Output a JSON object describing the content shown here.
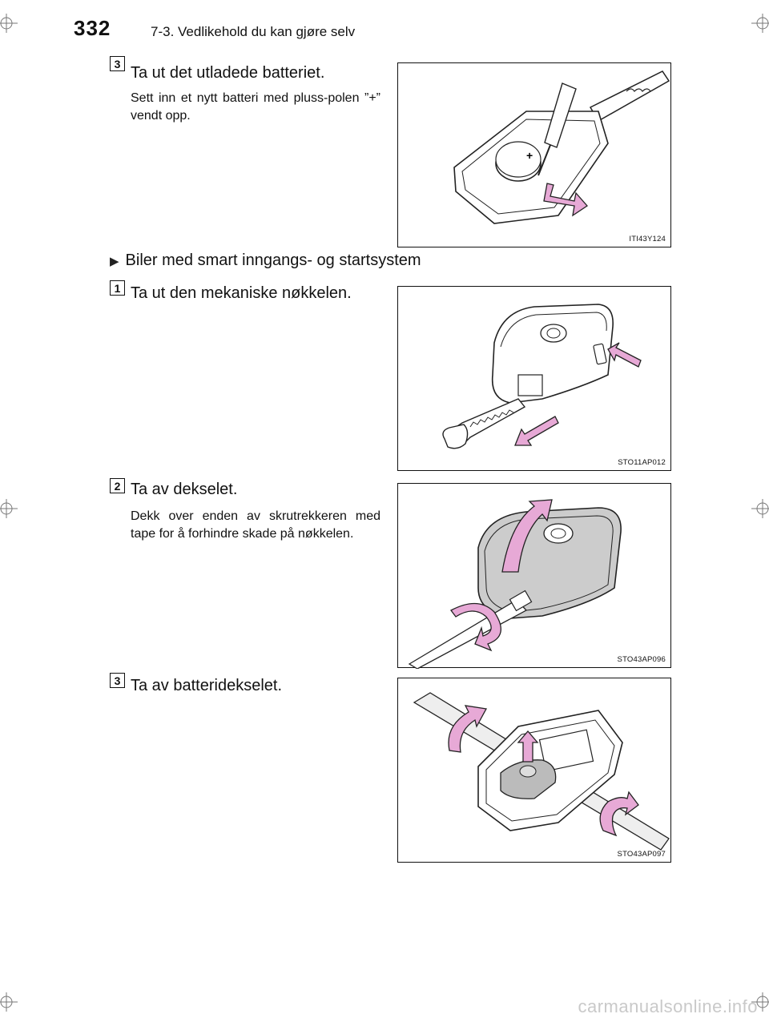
{
  "header": {
    "page_number": "332",
    "section_title": "7-3. Vedlikehold du kan gjøre selv"
  },
  "steps": [
    {
      "number": "3",
      "heading": "Ta ut det utladede batteriet.",
      "note": "Sett inn et nytt batteri med pluss-polen ”+” vendt opp.",
      "figure_code": "ITI43Y124"
    },
    {
      "number": "1",
      "heading": "Ta ut den mekaniske nøkkelen.",
      "note": "",
      "figure_code": "STO11AP012"
    },
    {
      "number": "2",
      "heading": "Ta av dekselet.",
      "note": "Dekk over enden av skrutrekkeren med tape for å forhindre skade på nøkkelen.",
      "figure_code": "STO43AP096"
    },
    {
      "number": "3",
      "heading": "Ta av batteridekselet.",
      "note": "",
      "figure_code": "STO43AP097"
    }
  ],
  "subsection": {
    "label": "Biler med smart inngangs- og startsystem"
  },
  "footer": {
    "watermark": "carmanualsonline.info"
  },
  "colors": {
    "arrow_pink": "#e7a9d6",
    "arrow_stroke": "#222222",
    "text": "#111111"
  }
}
